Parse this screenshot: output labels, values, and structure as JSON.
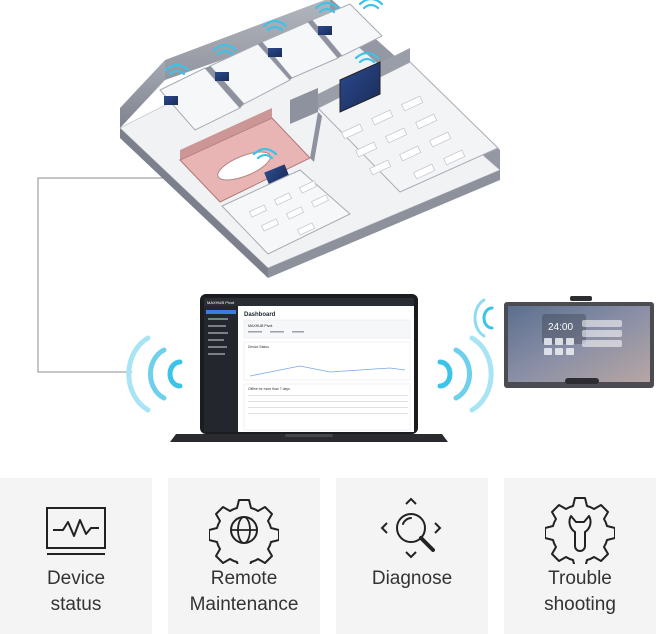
{
  "laptop_app": {
    "brand": "MAXHUB Pivot",
    "page_title": "Dashboard",
    "device_name": "MAXHUB Pivot",
    "section_status": "Device Status",
    "section_table": "Offline for more than 7 days"
  },
  "panel_display": {
    "clock": "24:00"
  },
  "features": [
    {
      "label": "Device\nstatus",
      "icon": "monitor-pulse-icon"
    },
    {
      "label": "Remote\nMaintenance",
      "icon": "gear-globe-icon"
    },
    {
      "label": "Diagnose",
      "icon": "magnifier-arrows-icon"
    },
    {
      "label": "Trouble\nshooting",
      "icon": "gear-wrench-icon"
    }
  ],
  "colors": {
    "floor": "#eceef1",
    "wall": "#8e929e",
    "wall_top": "#b7bac3",
    "meeting_room": "#e9b3b3",
    "wifi": "#39c2e6",
    "tile_bg": "#f4f4f4"
  }
}
